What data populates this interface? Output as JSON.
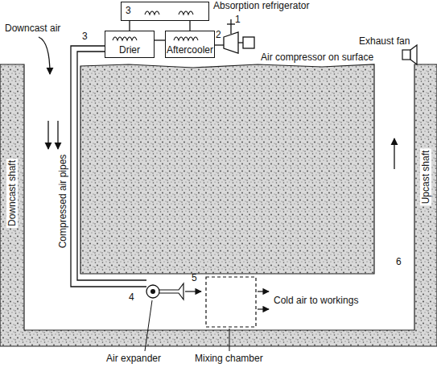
{
  "diagram": {
    "nodes": [
      {
        "text": [
          "Absorption refrigerator"
        ]
      },
      {
        "text": [
          "Drier"
        ]
      },
      {
        "text": [
          "Aftercooler"
        ]
      }
    ],
    "edges": [
      {
        "from": 0,
        "to": 1,
        "arrow": "none"
      },
      {
        "from": 0,
        "to": 2,
        "arrow": "none"
      },
      {
        "from": 2,
        "to": 1,
        "arrow": "none"
      }
    ],
    "labels": [
      "Downcast air",
      "3",
      "3",
      "1",
      "2",
      "Exhaust fan",
      "Air compressor on surface",
      "Downcast shaft",
      "Compressed air pipes",
      "Upcast shaft",
      "4",
      "5",
      "6",
      "Cold air to workings",
      "Air expander",
      "Mixing chamber"
    ]
  }
}
